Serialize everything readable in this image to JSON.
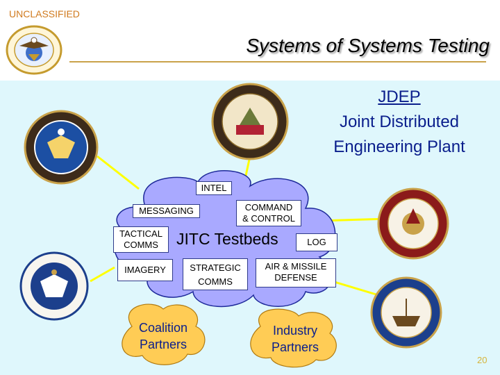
{
  "header": {
    "classification": "UNCLASSIFIED",
    "title": "Systems of Systems Testing"
  },
  "jdep": {
    "abbrev": "JDEP",
    "line1": "Joint Distributed",
    "line2": "Engineering Plant"
  },
  "cloud": {
    "center_label": "JITC Testbeds",
    "nodes": {
      "intel": "INTEL",
      "messaging": "MESSAGING",
      "command_1": "COMMAND",
      "command_2": "& CONTROL",
      "tactical_1": "TACTICAL",
      "tactical_2": "COMMS",
      "log": "LOG",
      "imagery": "IMAGERY",
      "strategic_1": "STRATEGIC",
      "strategic_2": "COMMS",
      "air_1": "AIR & MISSILE",
      "air_2": "DEFENSE"
    }
  },
  "partners": {
    "coalition_1": "Coalition",
    "coalition_2": "Partners",
    "industry_1": "Industry",
    "industry_2": "Partners"
  },
  "seals": [
    "defense-information-systems-agency-seal",
    "department-of-defense-seal",
    "department-of-the-army-seal",
    "department-of-the-navy-marine-corps-seal",
    "department-of-the-air-force-seal",
    "department-of-the-navy-seal"
  ],
  "colors": {
    "background": "#dff7fc",
    "cloud": "#a9a9ff",
    "partner_cloud": "#ffcc55",
    "connector": "#ffff00",
    "jdep_text": "#0a1e8c",
    "classification": "#d07a1e"
  },
  "page_number": "20"
}
